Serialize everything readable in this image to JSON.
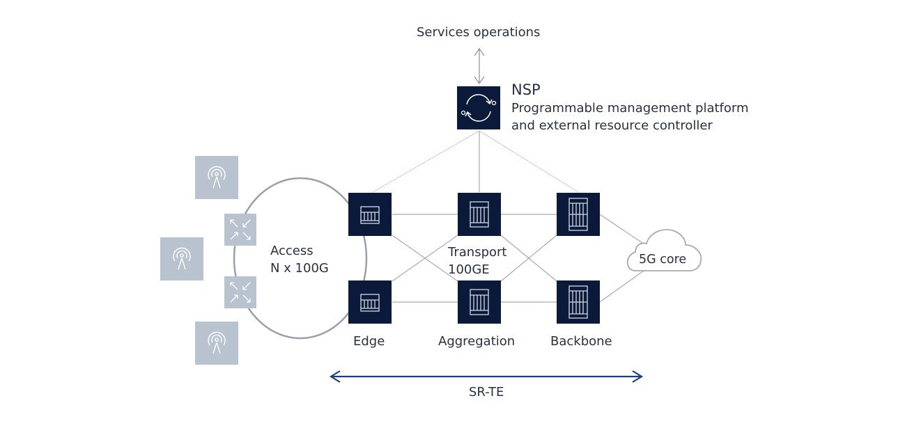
{
  "diagram": {
    "services": {
      "label": "Services operations"
    },
    "nsp": {
      "title": "NSP",
      "subtitle_line1": "Programmable management platform",
      "subtitle_line2": "and external resource controller",
      "icon": "refresh-cycle-icon"
    },
    "access": {
      "line1": "Access",
      "line2": "N x 100G"
    },
    "transport": {
      "line1": "Transport",
      "line2": "100GE"
    },
    "core": {
      "label": "5G core",
      "icon": "cloud-icon"
    },
    "columns": [
      {
        "label": "Edge",
        "icon": "router-small-icon"
      },
      {
        "label": "Aggregation",
        "icon": "router-medium-icon"
      },
      {
        "label": "Backbone",
        "icon": "router-large-icon"
      }
    ],
    "access_devices": {
      "antennas": [
        "antenna-icon",
        "antenna-icon",
        "antenna-icon"
      ],
      "switches": [
        "access-switch-icon",
        "access-switch-icon"
      ]
    },
    "srte": {
      "label": "SR-TE"
    },
    "colors": {
      "node_fill": "#0b1a3a",
      "tile_fill": "#b8c3cf",
      "line": "#a7a9ac",
      "ring": "#9aa0a8",
      "arrow_blue": "#1f3d7a",
      "text": "#273142"
    }
  }
}
